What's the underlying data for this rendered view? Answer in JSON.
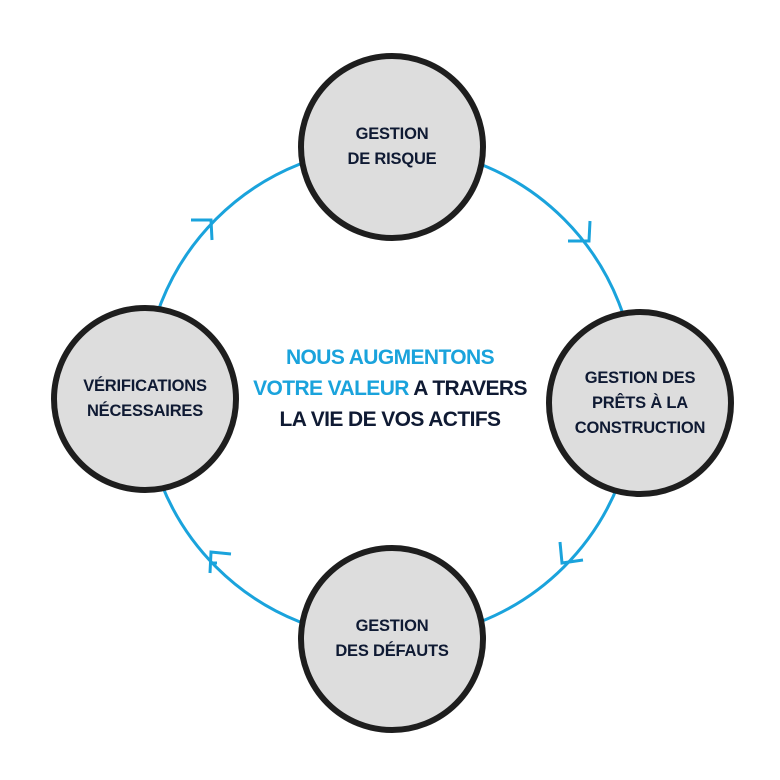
{
  "diagram": {
    "type": "cycle",
    "colors": {
      "ring": "#1aa3dc",
      "node_fill": "#dddddd",
      "node_border": "#1e1e1e",
      "text_dark": "#0f1a33",
      "text_accent": "#1aa3dc"
    },
    "center": {
      "line1_accent": "NOUS AUGMENTONS",
      "line2_accent": "VOTRE VALEUR",
      "line2_dark": " A TRAVERS",
      "line3_dark": "LA VIE DE VOS ACTIFS"
    },
    "nodes": [
      {
        "id": "top",
        "lines": [
          "GESTION",
          "DE RISQUE"
        ]
      },
      {
        "id": "right",
        "lines": [
          "GESTION DES",
          "PRÊTS À LA",
          "CONSTRUCTION"
        ]
      },
      {
        "id": "bottom",
        "lines": [
          "GESTION",
          "DES DÉFAUTS"
        ]
      },
      {
        "id": "left",
        "lines": [
          "VÉRIFICATIONS",
          "NÉCESSAIRES"
        ]
      }
    ],
    "direction": "clockwise"
  }
}
